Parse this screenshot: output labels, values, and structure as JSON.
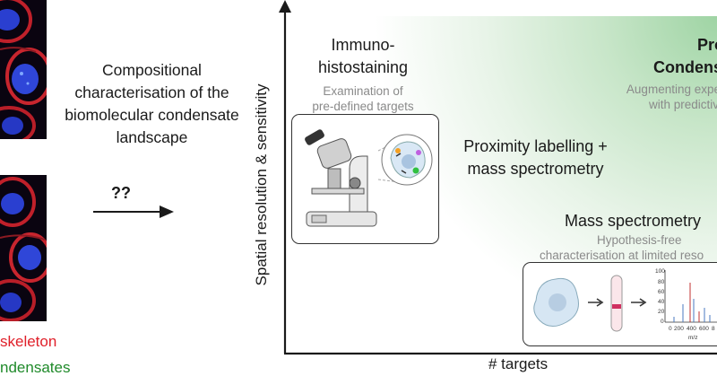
{
  "left": {
    "intro_text": "Compositional characterisation of the biomolecular condensate landscape",
    "question_marks": "??",
    "legend": [
      {
        "label": "skeleton",
        "color": "#e0202a"
      },
      {
        "label": "ndensates",
        "color": "#1f8a2a"
      }
    ]
  },
  "axes": {
    "y_label": "Spatial resolution & sensitivity",
    "x_label": "# targets"
  },
  "methods": {
    "immuno": {
      "title_line1": "Immuno-",
      "title_line2": "histostaining",
      "sub_line1": "Examination of",
      "sub_line2": "pre-defined targets"
    },
    "proximity": {
      "title_line1": "Proximity labelling +",
      "title_line2": "mass spectrometry"
    },
    "masspec": {
      "title": "Mass spectrometry",
      "sub_line1": "Hypothesis-free",
      "sub_line2": "characterisation at limited reso"
    },
    "predictive": {
      "title_line1": "Pro",
      "title_line2": "Condens",
      "sub_line1": "Augmenting expe",
      "sub_line2": "with predictiv"
    }
  },
  "spectrum": {
    "y_ticks": [
      "100",
      "80",
      "60",
      "40",
      "20",
      "0"
    ],
    "x_ticks": [
      "0",
      "200",
      "400",
      "600",
      "8"
    ],
    "x_unit": "m/z"
  },
  "colors": {
    "accent_green": "#9fd4a4",
    "axis": "#1a1a1a",
    "red": "#e0202a",
    "green": "#1f8a2a"
  }
}
